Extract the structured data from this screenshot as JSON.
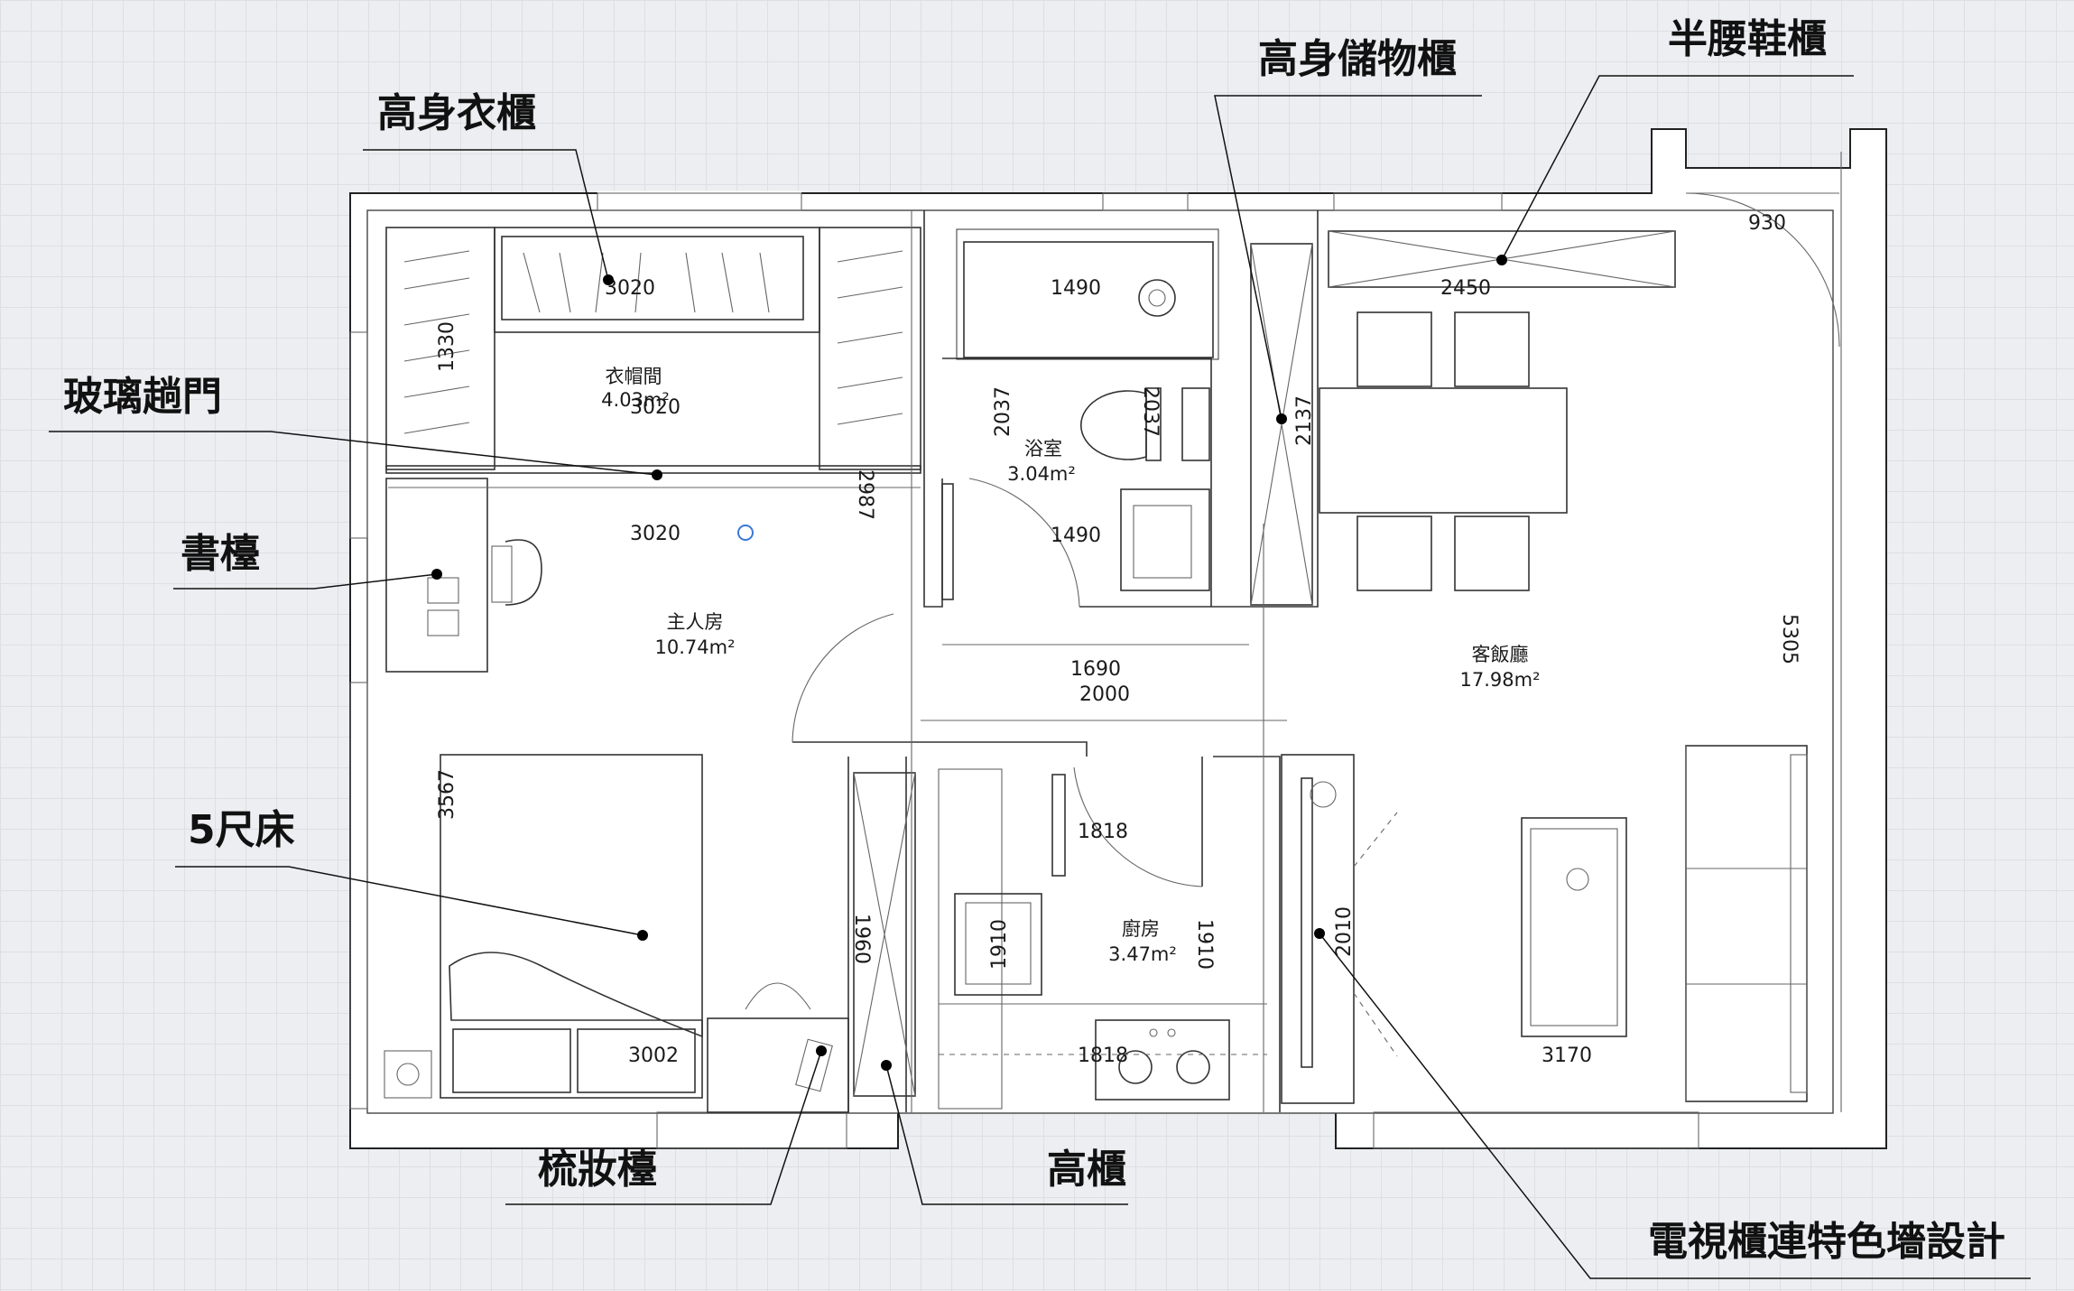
{
  "callouts": {
    "tall_wardrobe": "高身衣櫃",
    "glass_sliding_door": "玻璃趟門",
    "desk": "書檯",
    "bed_5ft": "5尺床",
    "dressing_table": "梳妝檯",
    "tall_cabinet": "高櫃",
    "tall_storage_cabinet": "高身儲物櫃",
    "half_shoe_cabinet": "半腰鞋櫃",
    "tv_cabinet_feature_wall": "電視櫃連特色墻設計"
  },
  "rooms": {
    "walk_in_closet": {
      "name": "衣帽間",
      "area": "4.03m²"
    },
    "master_bedroom": {
      "name": "主人房",
      "area": "10.74m²"
    },
    "bathroom": {
      "name": "浴室",
      "area": "3.04m²"
    },
    "living_dining": {
      "name": "客飯廳",
      "area": "17.98m²"
    },
    "kitchen": {
      "name": "廚房",
      "area": "3.47m²"
    }
  },
  "dimensions": {
    "closet_top": "3020",
    "closet_mid": "3020",
    "bedroom_width": "3020",
    "closet_height": "1330",
    "bedroom_height": "2987",
    "bedroom_depth": "3567",
    "bedroom_bottom": "3002",
    "bath_top": "1490",
    "bath_bottom": "1490",
    "bath_left": "2037",
    "bath_right": "2037",
    "corridor_cab": "2137",
    "shoe_cab": "2450",
    "door_width": "930",
    "living_height": "5305",
    "corridor_1": "1690",
    "corridor_2": "2000",
    "kitchen_top": "1818",
    "kitchen_bottom": "1818",
    "kitchen_left": "1910",
    "kitchen_right": "1910",
    "tall_cab": "1960",
    "tv_wall": "2010",
    "living_bottom": "3170"
  }
}
